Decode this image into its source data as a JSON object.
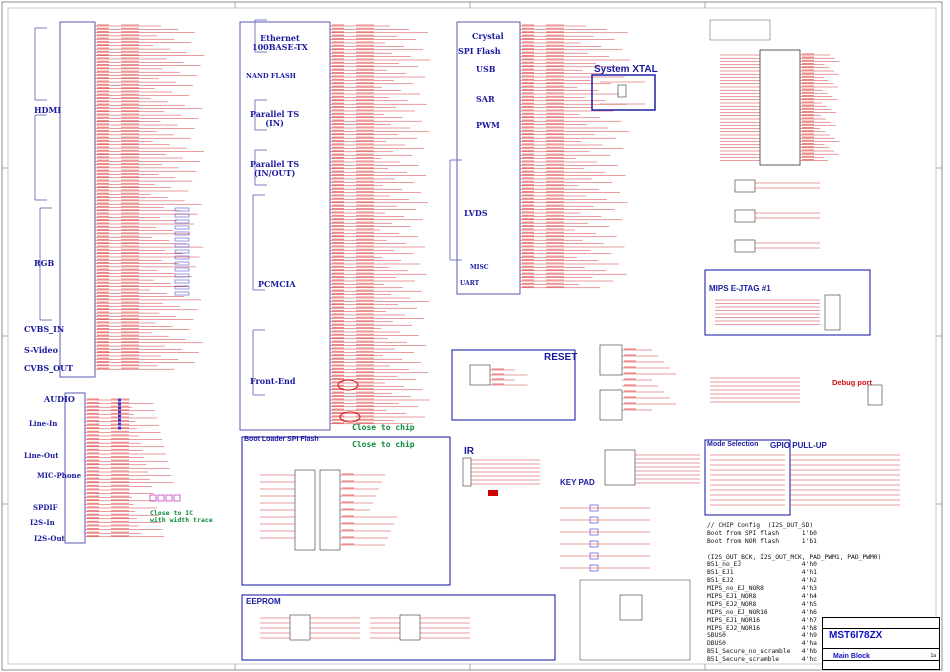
{
  "sheet": {
    "colors": {
      "wire": "#d23a3a",
      "chip": "#5a5ab4",
      "label": "#1a1aa0",
      "note": "#0a8a3a",
      "highlight": "#d01010"
    },
    "blocks_left": {
      "hdmi": "HDMI",
      "rgb": "RGB",
      "cvbs_in": "CVBS_IN",
      "svideo": "S-Video",
      "cvbs_out": "CVBS_OUT"
    },
    "blocks_audio": {
      "audio": "AUDIO",
      "line_in": "Line-In",
      "line_out": "Line-Out",
      "mic": "MIC-Phone",
      "spdif": "SPDIF",
      "i2s_in": "I2S-In",
      "i2s_out": "I2S-Out",
      "note": "Close to IC\nwith width trace"
    },
    "blocks_mid": {
      "ethernet": "Ethernet\n100BASE-TX",
      "nand": "NAND FLASH",
      "ts_in": "Parallel TS\n(IN)",
      "ts_inout": "Parallel TS\n(IN/OUT)",
      "pcmcia": "PCMCIA",
      "frontend": "Front-End",
      "close1": "Close to chip",
      "close2": "Close to chip"
    },
    "blocks_right": {
      "crystal": "Crystal",
      "spi": "SPI Flash",
      "usb": "USB",
      "sar": "SAR",
      "pwm": "PWM",
      "lvds": "LVDS",
      "misc": "MISC",
      "uart": "UART"
    },
    "boxes": {
      "system_xtal": "System XTAL",
      "reset": "RESET",
      "boot_loader": "Boot Loader SPI Flash",
      "eeprom": "EEPROM",
      "ir": "IR",
      "keypad": "KEY PAD",
      "mode_selection": "Mode Selection",
      "gpio_pullup": "GPIO PULL-UP",
      "mips_ejtag": "MIPS E-JTAG #1",
      "debug_port": "Debug port"
    },
    "chip_config": [
      "// CHIP Config  (I2S_OUT_SD)",
      "Boot from SPI flash      1'b0",
      "Boot from NOR flash      1'b1",
      "",
      "(I2S_OUT_BCK, I2S_OUT_MCK, PAD_PWM1, PAD_PWM0)",
      "B51_no_EJ                4'h0",
      "B51_EJ1                  4'h1",
      "B51_EJ2                  4'h2",
      "MIPS_no_EJ_NOR8          4'h3",
      "MIPS_EJ1_NOR8            4'h4",
      "MIPS_EJ2_NOR8            4'h5",
      "MIPS_no_EJ_NOR16         4'h6",
      "MIPS_EJ1_NOR16           4'h7",
      "MIPS_EJ2_NOR16           4'h8",
      "SBUS0                    4'h9",
      "DBUS0                    4'ha",
      "B51_Secure_no_scramble   4'hb",
      "B51_Secure_scramble      4'hc"
    ],
    "title_block": {
      "project": "MST6I78ZX",
      "document": "Main Block",
      "rev": "1a"
    }
  }
}
